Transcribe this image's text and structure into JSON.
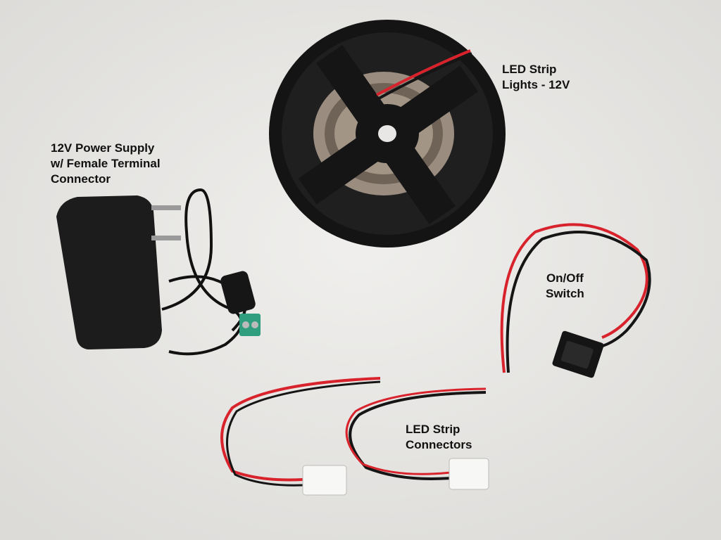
{
  "labels": {
    "led_strip": "LED Strip\nLights - 12V",
    "power_supply": "12V Power Supply\nw/ Female Terminal\nConnector",
    "switch": "On/Off\nSwitch",
    "connectors": "LED Strip\nConnectors"
  },
  "colors": {
    "background": "#e8e7e5",
    "wire_red": "#d8222c",
    "wire_black": "#151515",
    "reel": "#161616",
    "terminal_green": "#2f9e7e"
  }
}
